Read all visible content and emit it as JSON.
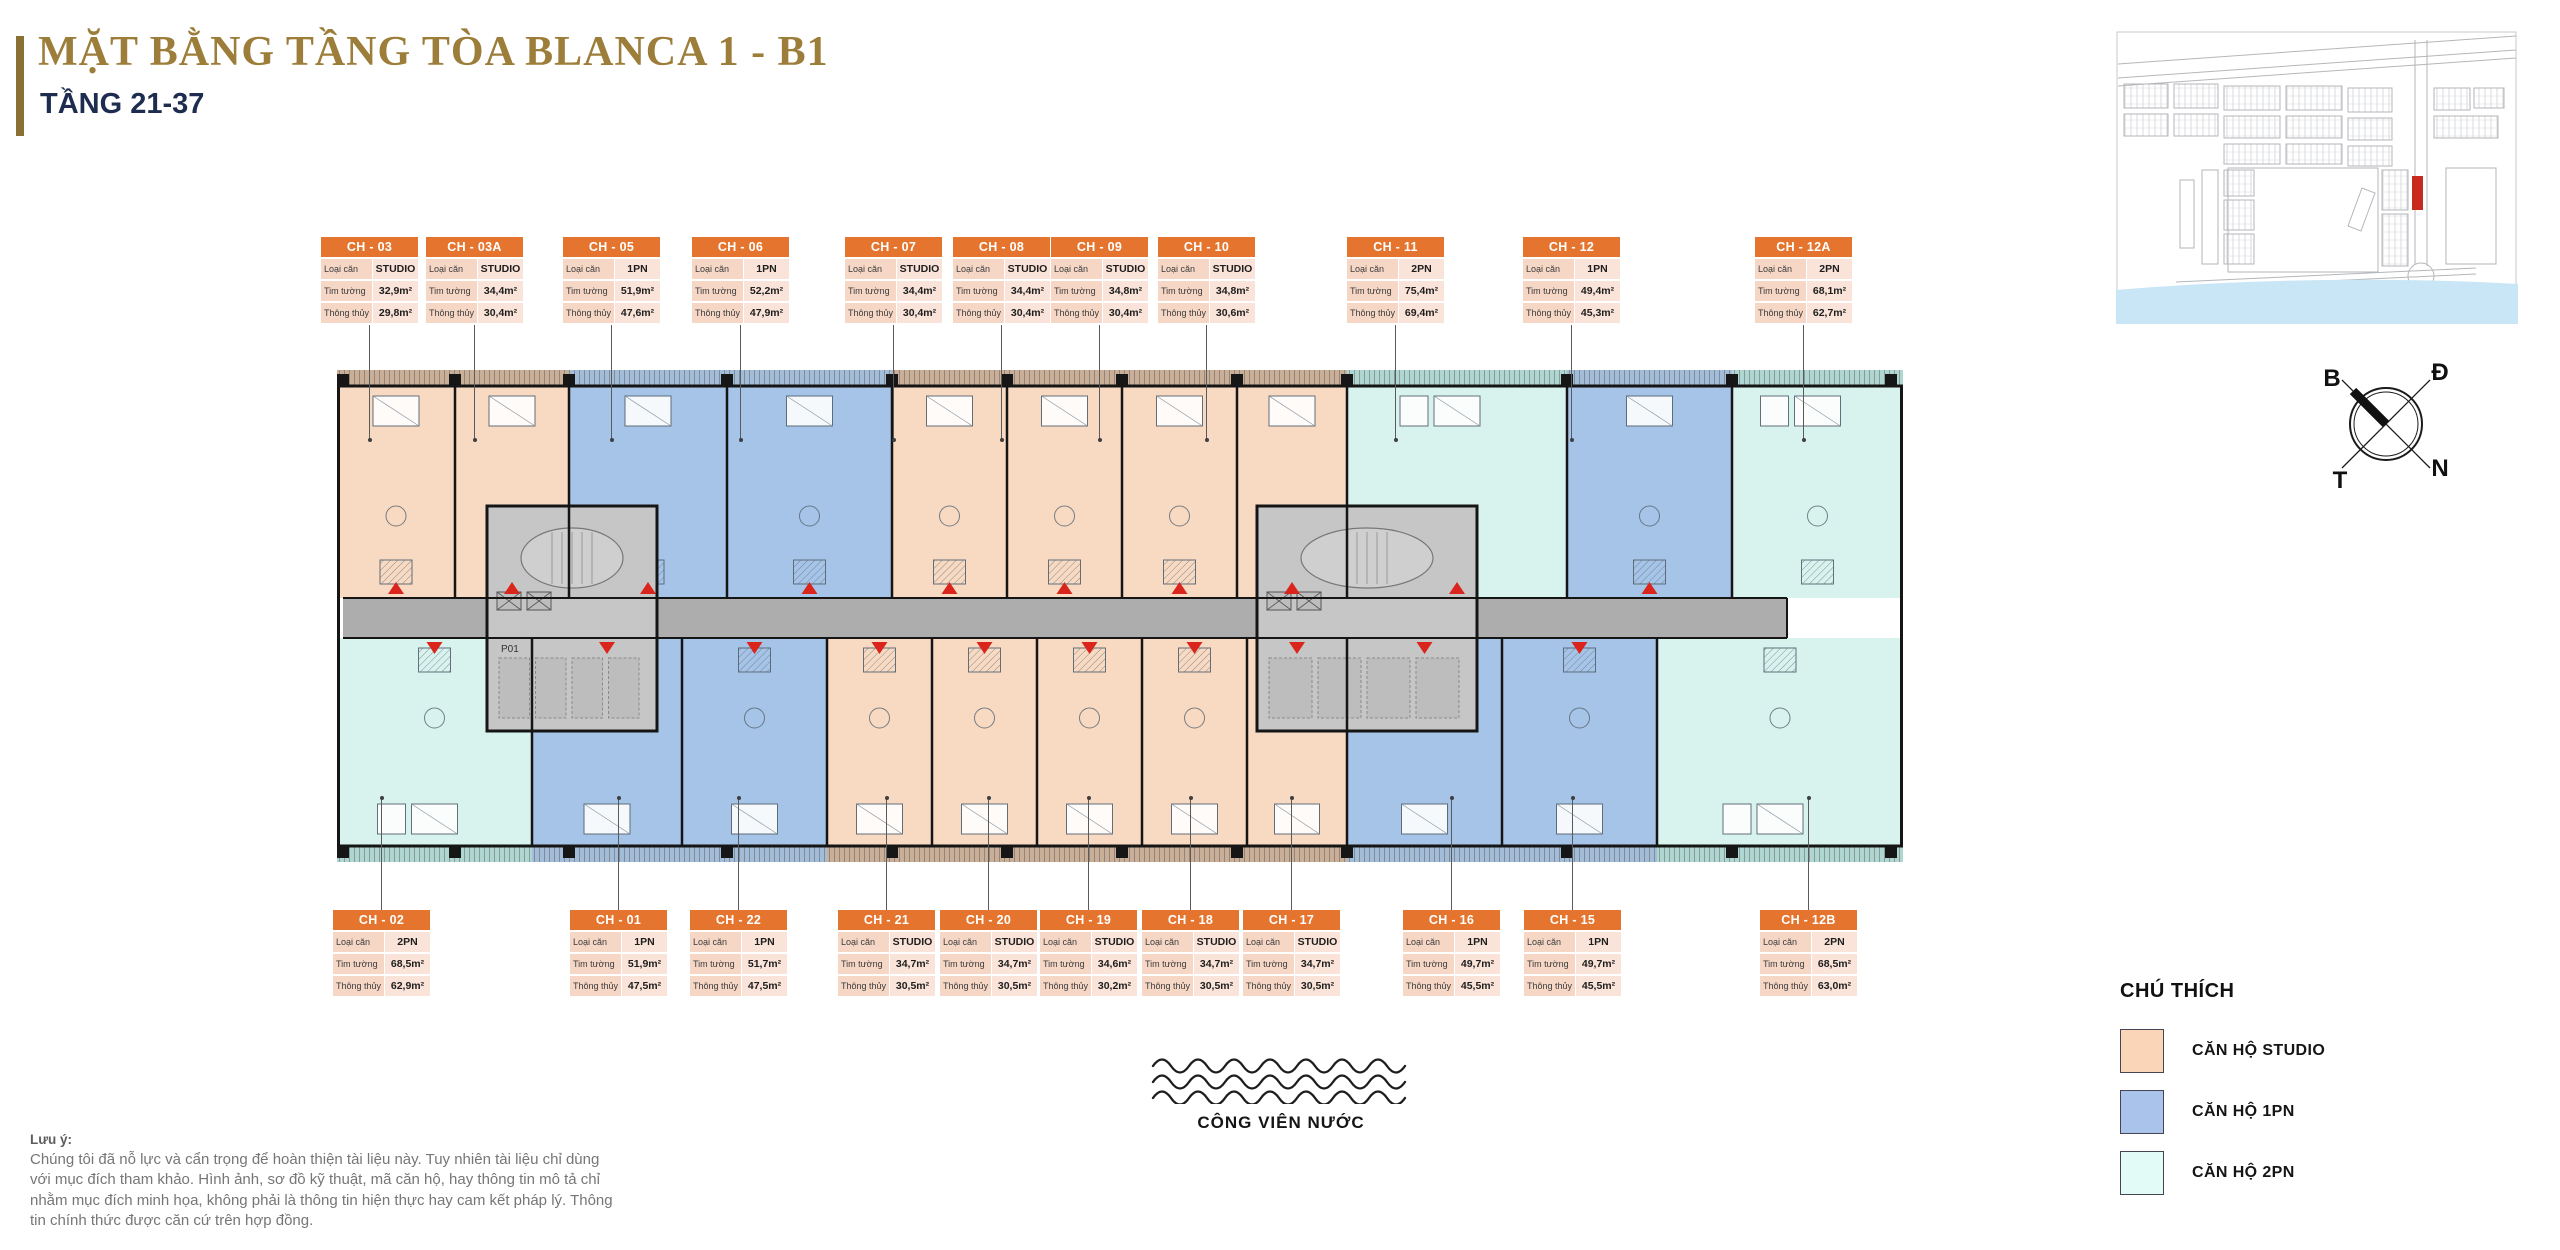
{
  "header": {
    "title": "MẶT BẰNG TẦNG TÒA BLANCA 1 - B1",
    "subtitle": "TẦNG 21-37"
  },
  "field_labels": {
    "type": "Loại căn",
    "gross": "Tim tường",
    "net": "Thông thủy"
  },
  "top_units": [
    {
      "id": "CH - 03",
      "type": "STUDIO",
      "tim_tuong": "32,9m²",
      "thong_thuy": "29,8m²"
    },
    {
      "id": "CH - 03A",
      "type": "STUDIO",
      "tim_tuong": "34,4m²",
      "thong_thuy": "30,4m²"
    },
    {
      "id": "CH - 05",
      "type": "1PN",
      "tim_tuong": "51,9m²",
      "thong_thuy": "47,6m²"
    },
    {
      "id": "CH - 06",
      "type": "1PN",
      "tim_tuong": "52,2m²",
      "thong_thuy": "47,9m²"
    },
    {
      "id": "CH - 07",
      "type": "STUDIO",
      "tim_tuong": "34,4m²",
      "thong_thuy": "30,4m²"
    },
    {
      "id": "CH - 08",
      "type": "STUDIO",
      "tim_tuong": "34,4m²",
      "thong_thuy": "30,4m²"
    },
    {
      "id": "CH - 09",
      "type": "STUDIO",
      "tim_tuong": "34,8m²",
      "thong_thuy": "30,4m²"
    },
    {
      "id": "CH - 10",
      "type": "STUDIO",
      "tim_tuong": "34,8m²",
      "thong_thuy": "30,6m²"
    },
    {
      "id": "CH - 11",
      "type": "2PN",
      "tim_tuong": "75,4m²",
      "thong_thuy": "69,4m²"
    },
    {
      "id": "CH - 12",
      "type": "1PN",
      "tim_tuong": "49,4m²",
      "thong_thuy": "45,3m²"
    },
    {
      "id": "CH - 12A",
      "type": "2PN",
      "tim_tuong": "68,1m²",
      "thong_thuy": "62,7m²"
    }
  ],
  "bottom_units": [
    {
      "id": "CH - 02",
      "type": "2PN",
      "tim_tuong": "68,5m²",
      "thong_thuy": "62,9m²"
    },
    {
      "id": "CH - 01",
      "type": "1PN",
      "tim_tuong": "51,9m²",
      "thong_thuy": "47,5m²"
    },
    {
      "id": "CH - 22",
      "type": "1PN",
      "tim_tuong": "51,7m²",
      "thong_thuy": "47,5m²"
    },
    {
      "id": "CH - 21",
      "type": "STUDIO",
      "tim_tuong": "34,7m²",
      "thong_thuy": "30,5m²"
    },
    {
      "id": "CH - 20",
      "type": "STUDIO",
      "tim_tuong": "34,7m²",
      "thong_thuy": "30,5m²"
    },
    {
      "id": "CH - 19",
      "type": "STUDIO",
      "tim_tuong": "34,6m²",
      "thong_thuy": "30,2m²"
    },
    {
      "id": "CH - 18",
      "type": "STUDIO",
      "tim_tuong": "34,7m²",
      "thong_thuy": "30,5m²"
    },
    {
      "id": "CH - 17",
      "type": "STUDIO",
      "tim_tuong": "34,7m²",
      "thong_thuy": "30,5m²"
    },
    {
      "id": "CH - 16",
      "type": "1PN",
      "tim_tuong": "49,7m²",
      "thong_thuy": "45,5m²"
    },
    {
      "id": "CH - 15",
      "type": "1PN",
      "tim_tuong": "49,7m²",
      "thong_thuy": "45,5m²"
    },
    {
      "id": "CH - 12B",
      "type": "2PN",
      "tim_tuong": "68,5m²",
      "thong_thuy": "63,0m²"
    }
  ],
  "legend": {
    "title": "CHÚ THÍCH",
    "items": [
      {
        "label": "CĂN HỘ STUDIO",
        "key": "studio"
      },
      {
        "label": "CĂN HỘ 1PN",
        "key": "one_bed"
      },
      {
        "label": "CĂN HỘ 2PN",
        "key": "two_bed"
      }
    ]
  },
  "compass": {
    "north": "B",
    "east": "Đ",
    "west": "T",
    "south": "N"
  },
  "park": {
    "label": "CÔNG VIÊN NƯỚC"
  },
  "plan": {
    "core_label": "P01"
  },
  "note": {
    "title": "Lưu ý:",
    "body": "Chúng tôi đã nỗ lực và cẩn trọng để hoàn thiện tài liệu này. Tuy nhiên tài liệu chỉ dùng với mục đích tham khảo. Hình ảnh, sơ đồ kỹ thuật, mã căn hộ, hay thông tin mô tả chỉ nhằm mục đích minh họa, không phải là thông tin hiện thực hay cam kết pháp lý. Thông tin chính thức được căn cứ trên hợp đồng."
  },
  "colors": {
    "studio": "#F8DAC3",
    "one_bed": "#A6C4E8",
    "two_bed": "#D8F2EE",
    "studio_legend": "#FAD5B8",
    "one_bed_legend": "#A9C3EA",
    "two_bed_legend": "#E2FBF7",
    "card_header": "#E5752E",
    "card_row_label": "#F6D7C6",
    "card_row_value": "#FAE3D8",
    "corridor": "#ADADAD",
    "core": "#C6C6C6",
    "wall": "#151515",
    "title_gold": "#9C7E3A",
    "subtitle_navy": "#1D2C4F",
    "accent_red": "#D9251C",
    "water": "#C8E6F6"
  }
}
